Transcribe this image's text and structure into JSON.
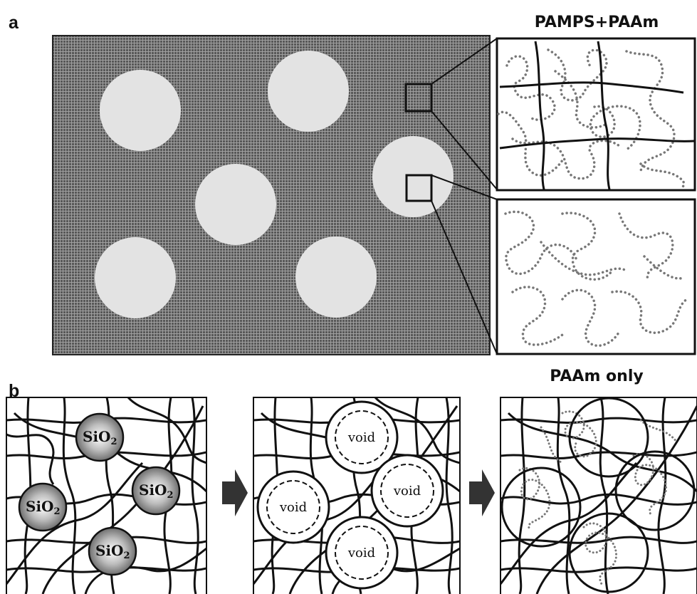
{
  "panel_a": {
    "letter": "a",
    "top_inset_label": "PAMPS+PAAm",
    "bottom_inset_label": "PAAm only"
  },
  "panel_b": {
    "letter": "b",
    "particle_label_main": "SiO",
    "particle_label_sub": "2",
    "void_label": "void"
  },
  "colors": {
    "matrix_fill": "#555555",
    "matrix_grid": "#9a9a9a",
    "particle_fill": "#e3e3e3",
    "line": "#111111",
    "arrow": "#333333"
  }
}
